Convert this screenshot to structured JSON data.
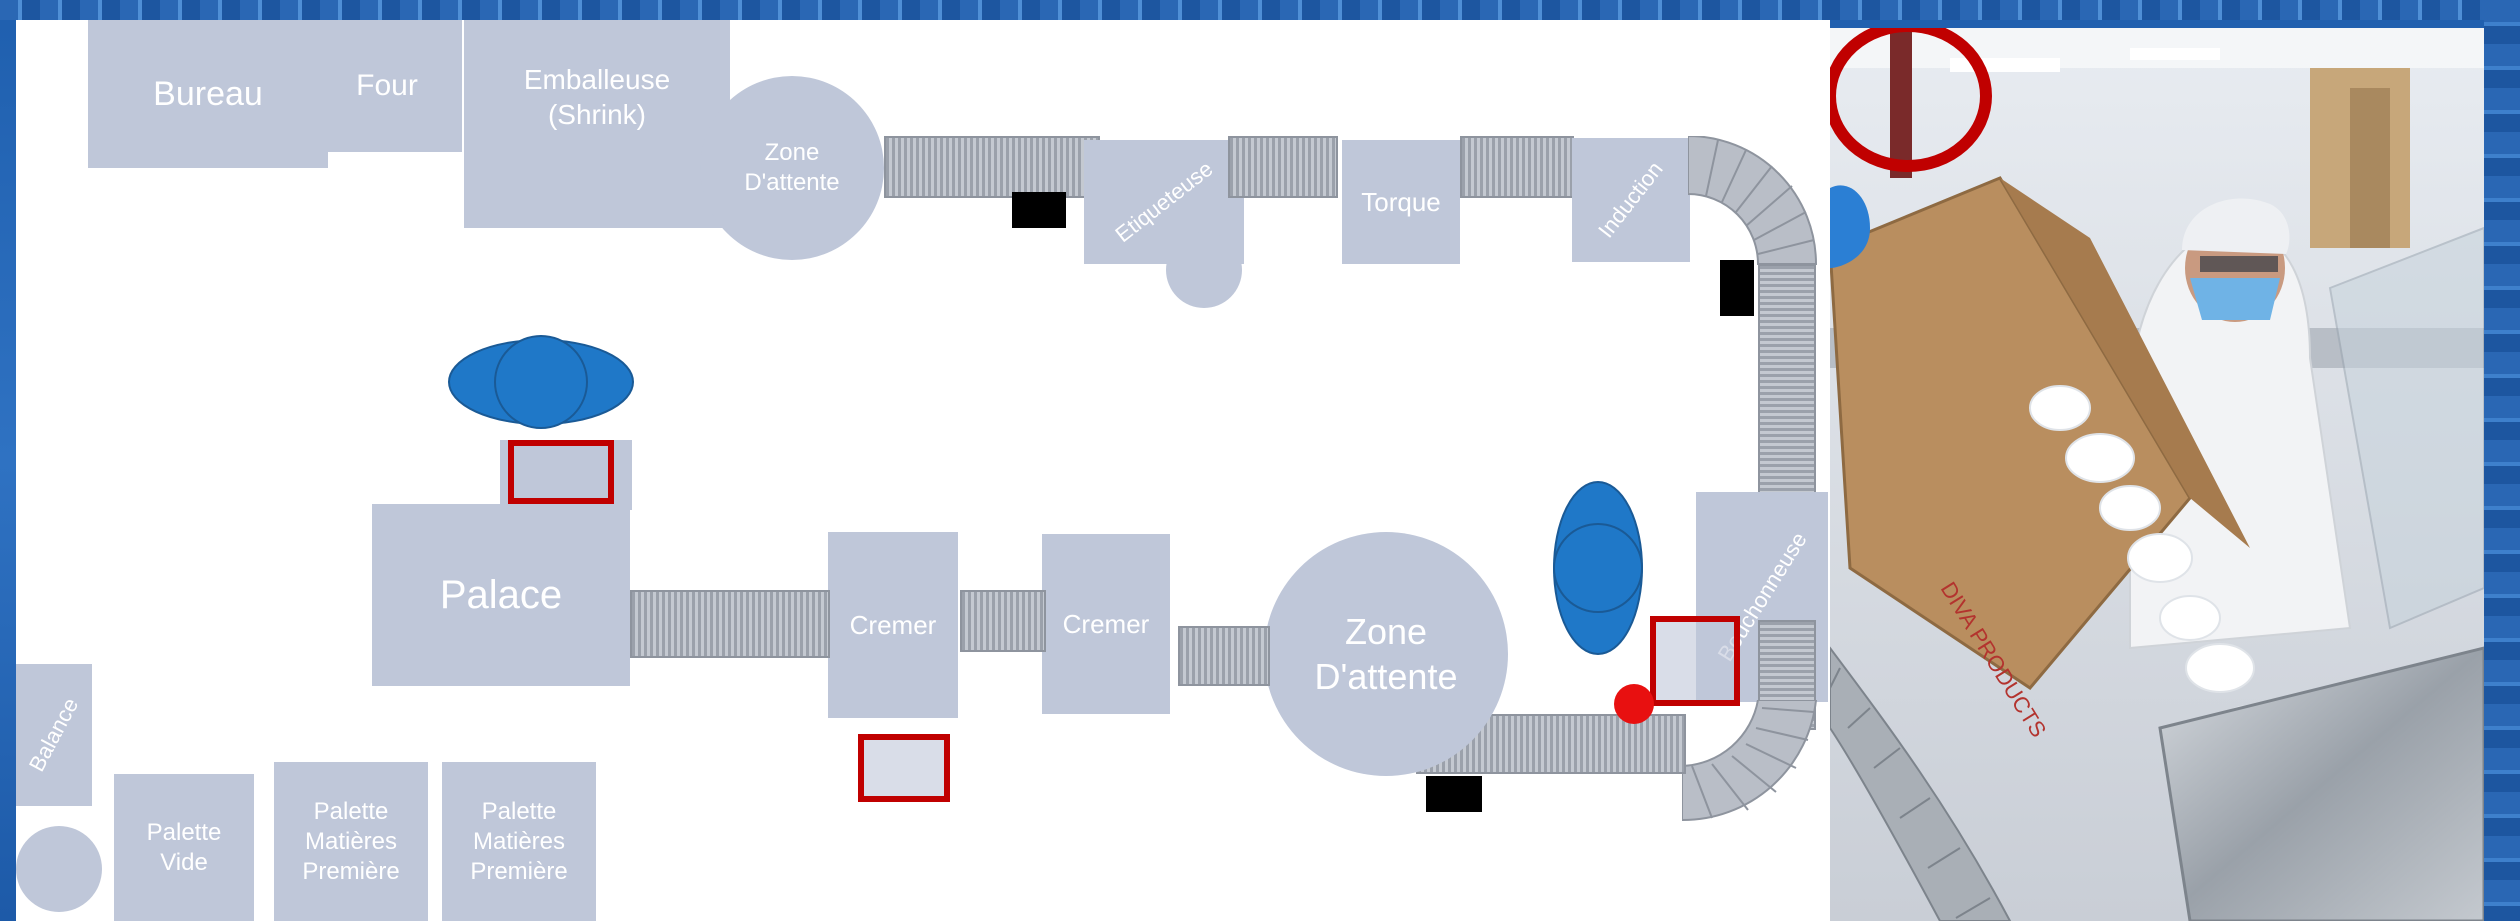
{
  "floor_plan": {
    "bureau": "Bureau",
    "four": "Four",
    "emballeuse_line1": "Emballeuse",
    "emballeuse_line2": "(Shrink)",
    "zone_top_line1": "Zone",
    "zone_top_line2": "D'attente",
    "etiqueteuse": "Etiqueteuse",
    "torque": "Torque",
    "induction": "Induction",
    "palace": "Palace",
    "cremer_1": "Cremer",
    "cremer_2": "Cremer",
    "zone_bottom_line1": "Zone",
    "zone_bottom_line2": "D'attente",
    "bouchonneuse": "Bouchonneuse",
    "balance": "Balance",
    "palette_vide_line1": "Palette",
    "palette_vide_line2": "Vide",
    "palette_mp1_line1": "Palette",
    "palette_mp1_line2": "Matières",
    "palette_mp1_line3": "Première",
    "palette_mp2_line1": "Palette",
    "palette_mp2_line2": "Matières",
    "palette_mp2_line3": "Première"
  },
  "colors": {
    "station": "#bfc7d9",
    "worker_marker": "#1f78c8",
    "highlight": "#c00000",
    "background": "#2a67b4"
  },
  "photo": {
    "box_print_text": "DIVA PRODUCTS"
  }
}
